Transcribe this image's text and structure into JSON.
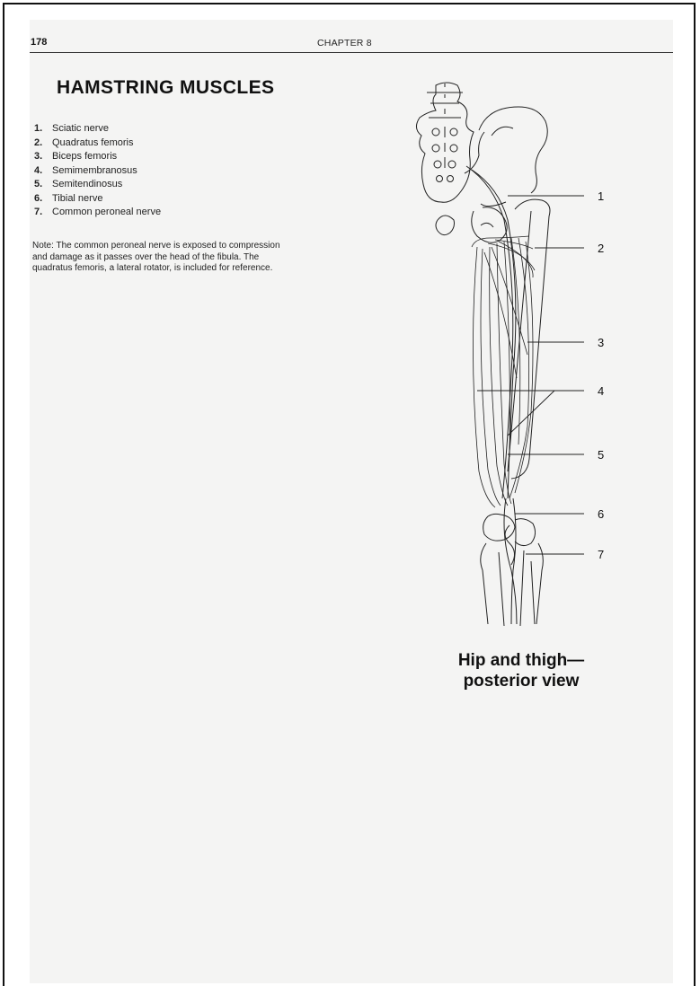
{
  "header": {
    "page_number": "178",
    "chapter": "CHAPTER 8"
  },
  "title": "HAMSTRING MUSCLES",
  "legend": [
    {
      "num": "1.",
      "label": "Sciatic nerve"
    },
    {
      "num": "2.",
      "label": "Quadratus femoris"
    },
    {
      "num": "3.",
      "label": "Biceps femoris"
    },
    {
      "num": "4.",
      "label": "Semimembranosus"
    },
    {
      "num": "5.",
      "label": "Semitendinosus"
    },
    {
      "num": "6.",
      "label": "Tibial nerve"
    },
    {
      "num": "7.",
      "label": "Common peroneal nerve"
    }
  ],
  "note": [
    "Note: The common peroneal nerve is exposed to compression",
    "and damage as it passes over the head of the fibula. The",
    "quadratus femoris, a lateral rotator, is included for reference."
  ],
  "figure": {
    "callouts": [
      "1",
      "2",
      "3",
      "4",
      "5",
      "6",
      "7"
    ],
    "caption_line1": "Hip and thigh—",
    "caption_line2": "posterior view"
  }
}
